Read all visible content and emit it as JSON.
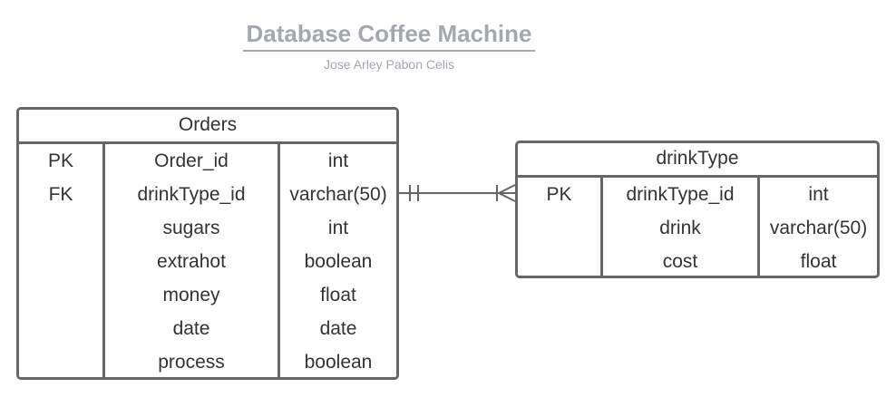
{
  "header": {
    "title": "Database Coffee Machine",
    "subtitle": "Jose Arley Pabon Celis"
  },
  "entities": {
    "orders": {
      "name": "Orders",
      "rows": [
        {
          "key": "PK",
          "field": "Order_id",
          "type": "int"
        },
        {
          "key": "FK",
          "field": "drinkType_id",
          "type": "varchar(50)"
        },
        {
          "key": "",
          "field": "sugars",
          "type": "int"
        },
        {
          "key": "",
          "field": "extrahot",
          "type": "boolean"
        },
        {
          "key": "",
          "field": "money",
          "type": "float"
        },
        {
          "key": "",
          "field": "date",
          "type": "date"
        },
        {
          "key": "",
          "field": "process",
          "type": "boolean"
        }
      ]
    },
    "drinkType": {
      "name": "drinkType",
      "rows": [
        {
          "key": "PK",
          "field": "drinkType_id",
          "type": "int"
        },
        {
          "key": "",
          "field": "drink",
          "type": "varchar(50)"
        },
        {
          "key": "",
          "field": "cost",
          "type": "float"
        }
      ]
    }
  },
  "relationship": {
    "from": "Orders",
    "to": "drinkType",
    "from_end": "one-and-only-one",
    "to_end": "one-or-many"
  },
  "colors": {
    "title": "#a3a7ae",
    "border": "#666666",
    "text": "#333333"
  }
}
